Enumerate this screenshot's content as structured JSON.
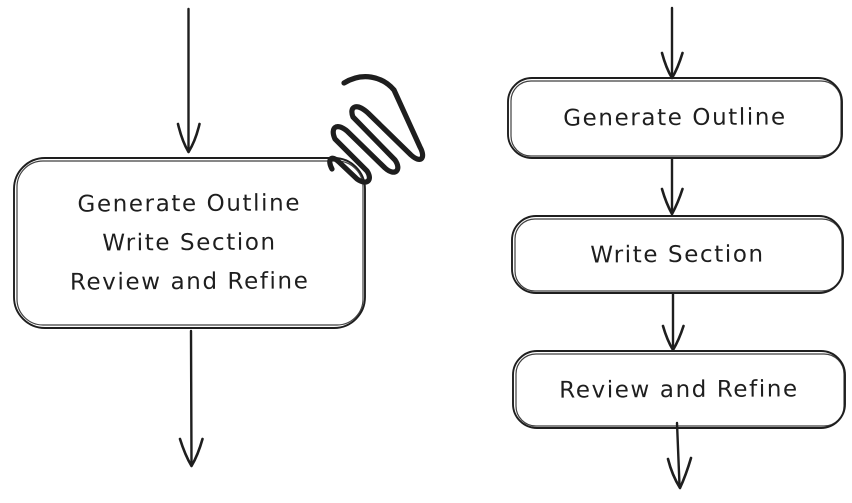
{
  "canvas": {
    "background": "#ffffff",
    "ink": "#1e1e1e"
  },
  "left_flow": {
    "name": "combined-steps-flow",
    "box": {
      "lines": [
        "Generate Outline",
        "Write Section",
        "Review and Refine"
      ]
    },
    "annotation": {
      "icon": "scratch-out-scribble"
    }
  },
  "right_flow": {
    "name": "separated-steps-flow",
    "steps": [
      {
        "label": "Generate Outline"
      },
      {
        "label": "Write Section"
      },
      {
        "label": "Review and Refine"
      }
    ]
  }
}
